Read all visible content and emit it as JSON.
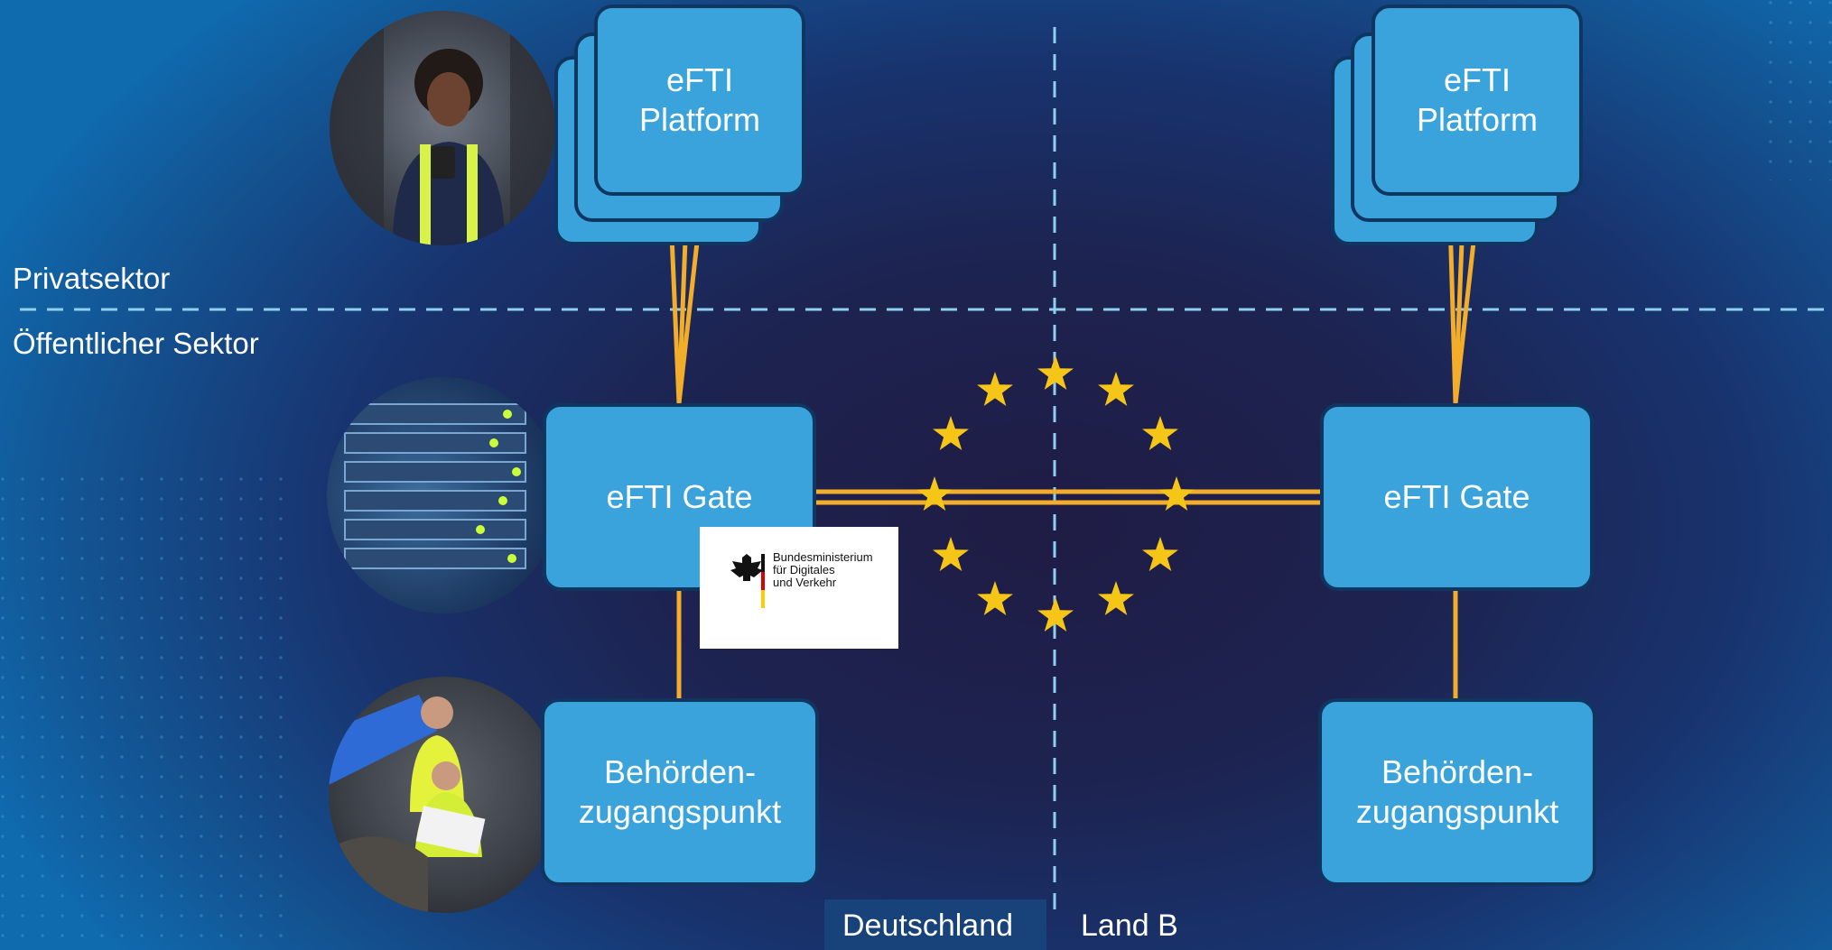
{
  "sectors": {
    "private": "Privatsektor",
    "public": "Öffentlicher Sektor"
  },
  "germany": {
    "platform": "eFTI\nPlatform",
    "gate": "eFTI Gate",
    "access_point": "Behörden-\nzugangspunkt"
  },
  "country_b": {
    "platform": "eFTI\nPlatform",
    "gate": "eFTI Gate",
    "access_point": "Behörden-\nzugangspunkt"
  },
  "countries": {
    "left": "Deutschland",
    "right": "Land B"
  },
  "logo": {
    "text": "Bundesministerium\nfür Digitales\nund Verkehr"
  },
  "colors": {
    "box_fill": "#3aa3dc",
    "box_border": "#0f3660",
    "connector": "#f2ad2b",
    "eu_star": "#f5c518",
    "divider": "#8fcff0"
  },
  "icons": [
    "eu-stars-circle",
    "federal-eagle-icon",
    "woman-with-tablet-photo",
    "server-rack-photo",
    "inspection-officers-photo"
  ]
}
